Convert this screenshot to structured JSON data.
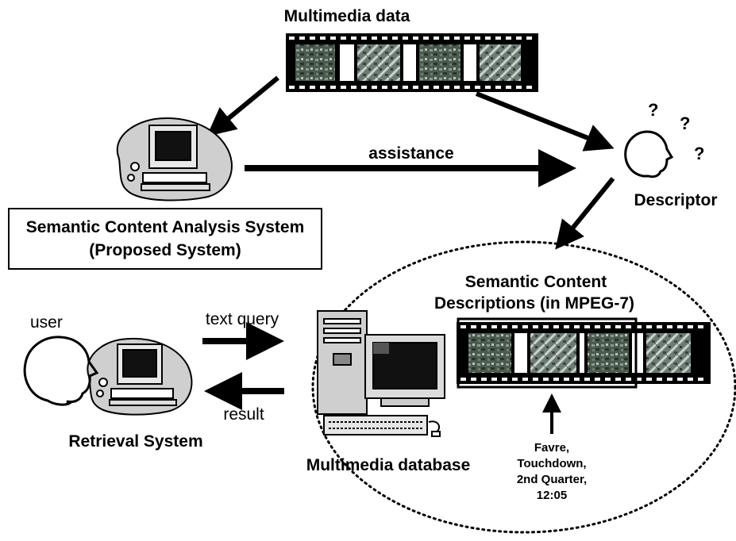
{
  "labels": {
    "multimedia_data": "Multimedia data",
    "assistance": "assistance",
    "descriptor": "Descriptor",
    "system_line1": "Semantic Content Analysis System",
    "system_line2": "(Proposed System)",
    "semantic_line1": "Semantic Content",
    "semantic_line2": "Descriptions (in MPEG-7)",
    "user": "user",
    "text_query": "text query",
    "result": "result",
    "retrieval_system": "Retrieval System",
    "multimedia_database": "Multimedia database",
    "tag_line1": "Favre,",
    "tag_line2": "Touchdown,",
    "tag_line3": "2nd Quarter,",
    "tag_line4": "12:05",
    "question_mark": "?"
  }
}
